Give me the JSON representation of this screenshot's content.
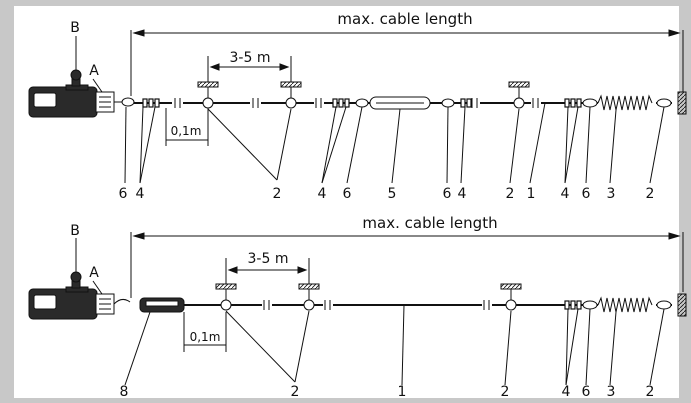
{
  "colors": {
    "frame": "#c8c8c8",
    "paper": "#ffffff",
    "ink": "#111111",
    "switch": "#2a2a2a"
  },
  "diagram1": {
    "corner_labels": [
      "B",
      "A"
    ],
    "dim_cable_length": "max. cable length",
    "dim_spacing": "3-5 m",
    "dim_small": "0,1m",
    "callouts": [
      "6",
      "4",
      "2",
      "4",
      "6",
      "5",
      "6",
      "4",
      "2",
      "1",
      "4",
      "6",
      "3",
      "2"
    ]
  },
  "diagram2": {
    "corner_labels": [
      "B",
      "A"
    ],
    "dim_cable_length": "max. cable length",
    "dim_spacing": "3-5 m",
    "dim_small": "0,1m",
    "callouts": [
      "8",
      "2",
      "1",
      "2",
      "4",
      "6",
      "3",
      "2"
    ]
  }
}
